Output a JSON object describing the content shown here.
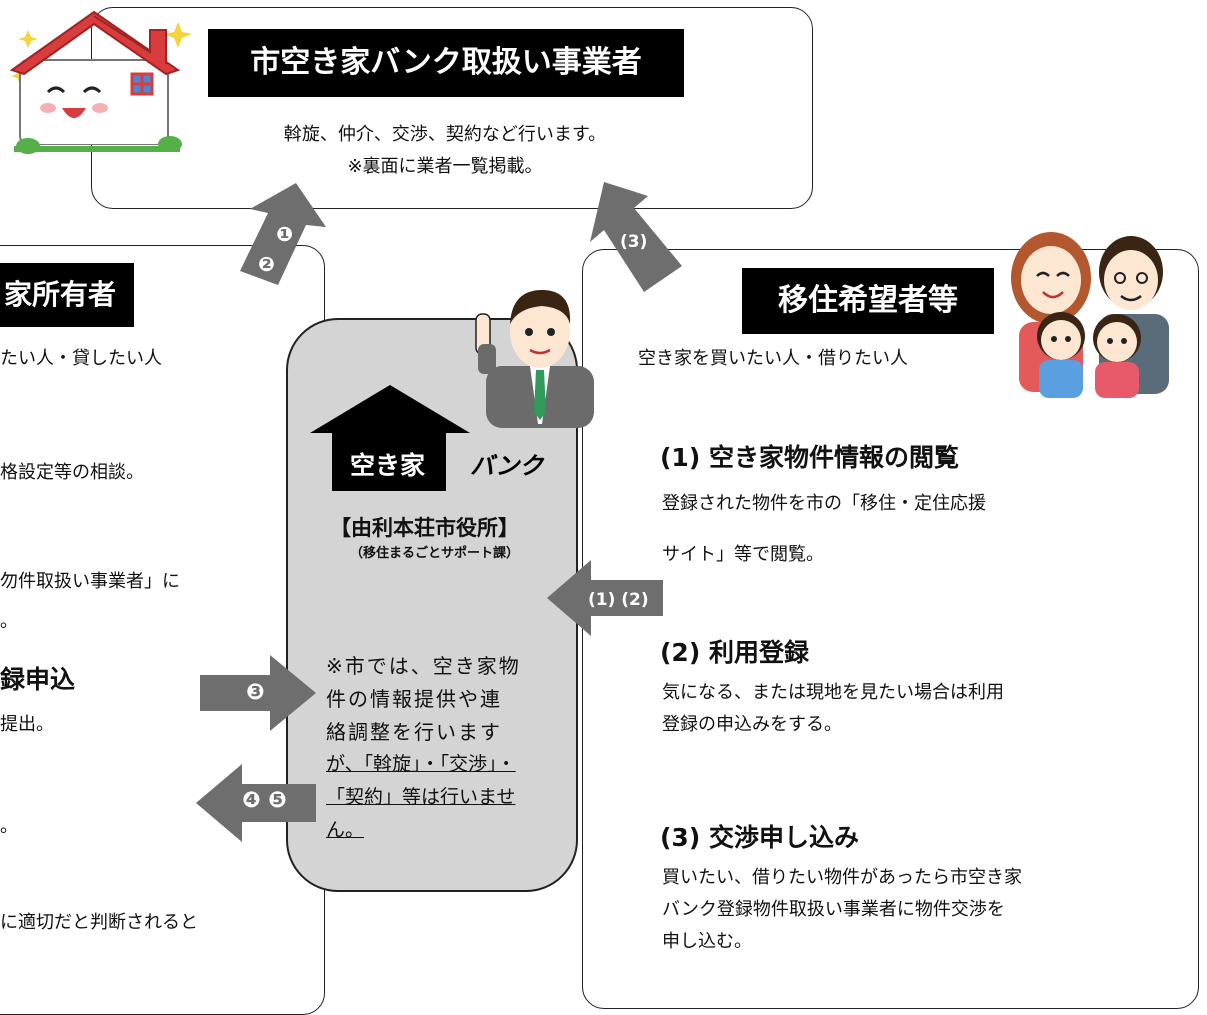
{
  "dealers": {
    "title": "市空き家バンク取扱い事業者",
    "line1": "斡旋、仲介、交渉、契約など行います。",
    "line2": "※裏面に業者一覧掲載。"
  },
  "owners": {
    "title": "家所有者",
    "subtitle": "たい人・貸したい人",
    "line_price": "格設定等の相談。",
    "line_dealer1": "勿件取扱い事業者」に",
    "line_dealer2": "。",
    "heading_register": "録申込",
    "line_submit": "提出。",
    "line_dot": "。",
    "line_judge": "に適切だと判断されると"
  },
  "bank": {
    "house_label": "空き家",
    "bank_label": "バンク",
    "office": "【由利本荘市役所】",
    "dept": "（移住まるごとサポート課）",
    "note_lines": [
      "※市では、空き家物",
      "件の情報提供や連",
      "絡調整を行います"
    ],
    "note_ul_lines": [
      "が、「斡旋」・「交渉」・",
      "「契約」等は行いませ",
      "ん。"
    ]
  },
  "migrants": {
    "title": "移住希望者等",
    "subtitle": "空き家を買いたい人・借りたい人",
    "s1_heading": "(1) 空き家物件情報の閲覧",
    "s1_line1": "登録された物件を市の「移住・定住応援",
    "s1_line2": "サイト」等で閲覧。",
    "s2_heading": "(2) 利用登録",
    "s2_line1": "気になる、または現地を見たい場合は利用",
    "s2_line2": "登録の申込みをする。",
    "s3_heading": "(3) 交渉申し込み",
    "s3_line1": "買いたい、借りたい物件があったら市空き家",
    "s3_line2": "バンク登録物件取扱い事業者に物件交渉を",
    "s3_line3": "申し込む。"
  },
  "arrows": {
    "a1": "❶",
    "a2": "❷",
    "a3": "❸",
    "a45": "❹ ❺",
    "a_3": "(3)",
    "a_12": "(1) (2)"
  },
  "colors": {
    "arrow": "#6e6e6e",
    "bank_fill": "#d4d4d4",
    "title_bg": "#000000"
  }
}
